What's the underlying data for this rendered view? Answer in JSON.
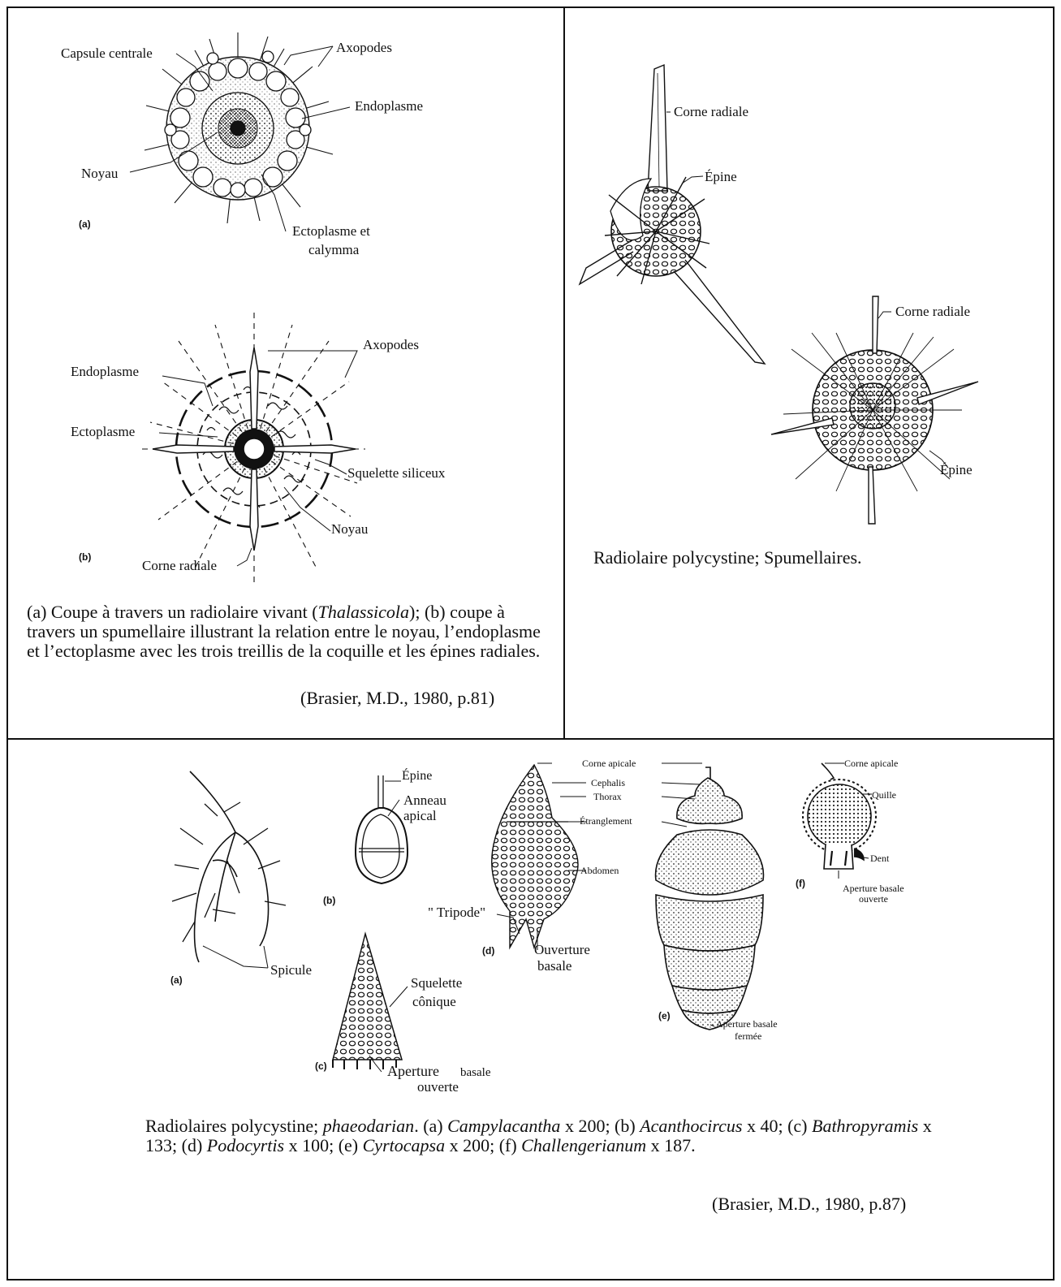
{
  "panel_a": {
    "fig_a": {
      "tag": "(a)",
      "labels": {
        "capsule": "Capsule centrale",
        "axopodes": "Axopodes",
        "endoplasme": "Endoplasme",
        "noyau": "Noyau",
        "ectoplasme_1": "Ectoplasme  et",
        "ectoplasme_2": "calymma"
      }
    },
    "fig_b": {
      "tag": "(b)",
      "labels": {
        "axopodes": "Axopodes",
        "endoplasme": "Endoplasme",
        "ectoplasme": "Ectoplasme",
        "squelette": "Squelette siliceux",
        "noyau": "Noyau",
        "corne": "Corne radiale"
      }
    },
    "caption": {
      "p1": "(a) Coupe à travers un radiolaire vivant (",
      "italic": "Thalassicola",
      "p2": "); (b) coupe à travers un spumellaire illustrant la relation entre le noyau, l’endoplasme et l’ectoplasme avec les trois treillis de la coquille et les épines radiales."
    },
    "citation": "(Brasier, M.D., 1980, p.81)"
  },
  "panel_b": {
    "labels": {
      "corne_1": "Corne radiale",
      "epine_1": "Épine",
      "corne_2": "Corne radiale",
      "epine_2": "Épine"
    },
    "caption": "Radiolaire polycystine; Spumellaires."
  },
  "panel_c": {
    "labels": {
      "epine": "Épine",
      "anneau_1": "Anneau",
      "anneau_2": "apical",
      "spicule": "Spicule",
      "squelette_1": "Squelette",
      "squelette_2": "cônique",
      "aperture_c_1": "Aperture",
      "aperture_c_basale": "basale",
      "aperture_c_2": "ouverte",
      "corne_d": "Corne apicale",
      "cephalis": "Cephalis",
      "thorax": "Thorax",
      "etranglement": "Étranglement",
      "abdomen": "Abdomen",
      "tripode": "\" Tripode\"",
      "ouverture_1": "Ouverture",
      "ouverture_2": "basale",
      "aperture_e_1": "Aperture basale",
      "aperture_e_2": "fermée",
      "corne_f": "Corne apicale",
      "quille": "Quille",
      "dent": "Dent",
      "aperture_f_1": "Aperture basale",
      "aperture_f_2": "ouverte"
    },
    "tags": {
      "a": "(a)",
      "b": "(b)",
      "c": "(c)",
      "d": "(d)",
      "e": "(e)",
      "f": "(f)"
    },
    "caption": {
      "s1": "Radiolaires polycystine; ",
      "i1": "phaeodarian",
      "s2": ". (a) ",
      "i2": "Campylacantha",
      "s3": " x 200; (b) ",
      "i3": "Acanthocircus",
      "s4": " x 40; (c) ",
      "i4": "Bathropyramis",
      "s5": " x 133; (d) ",
      "i5": "Podocyrtis",
      "s6": " x 100; (e) ",
      "i6": "Cyrtocapsa",
      "s7": " x 200; (f) ",
      "i7": "Challengerianum",
      "s8": " x 187."
    },
    "citation": "(Brasier, M.D., 1980, p.87)"
  }
}
